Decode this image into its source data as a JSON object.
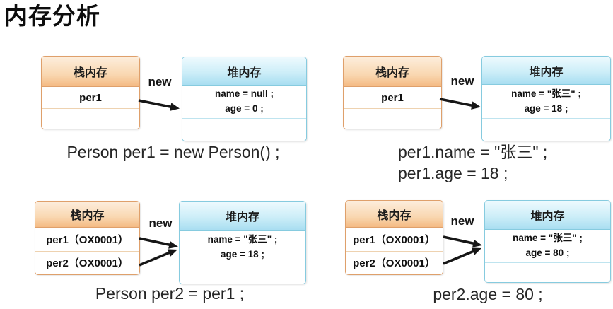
{
  "title": "内存分析",
  "labels": {
    "stack_title": "栈内存",
    "heap_title": "堆内存",
    "new_label": "new"
  },
  "colors": {
    "stack_header_top": "#fdeedd",
    "stack_header_mid": "#f9d7b0",
    "stack_header_bottom": "#f4ba83",
    "stack_border": "#dfa06b",
    "stack_row_line": "#eed2b0",
    "heap_header_top": "#eefafe",
    "heap_header_mid": "#cdeef8",
    "heap_header_bottom": "#a9def1",
    "heap_border": "#86cbdf",
    "heap_row_line": "#bfe4ef",
    "arrow": "#161616",
    "text": "#111111",
    "caption": "#262626"
  },
  "panels": [
    {
      "stack_rows": [
        "per1"
      ],
      "heap_lines": [
        "name = null ;",
        "age = 0 ;"
      ],
      "caption_lines": [
        "Person per1 = new Person() ;"
      ]
    },
    {
      "stack_rows": [
        "per1"
      ],
      "heap_lines": [
        "name = \"张三\" ;",
        "age = 18 ;"
      ],
      "caption_lines": [
        "per1.name = \"张三\" ;",
        "per1.age = 18 ;"
      ]
    },
    {
      "stack_rows": [
        "per1（OX0001）",
        "per2（OX0001）"
      ],
      "heap_lines": [
        "name = \"张三\" ;",
        "age = 18 ;"
      ],
      "caption_lines": [
        "Person per2 = per1 ;"
      ]
    },
    {
      "stack_rows": [
        "per1（OX0001）",
        "per2（OX0001）"
      ],
      "heap_lines": [
        "name = \"张三\" ;",
        "age = 80 ;"
      ],
      "caption_lines": [
        "per2.age = 80 ;"
      ]
    }
  ]
}
